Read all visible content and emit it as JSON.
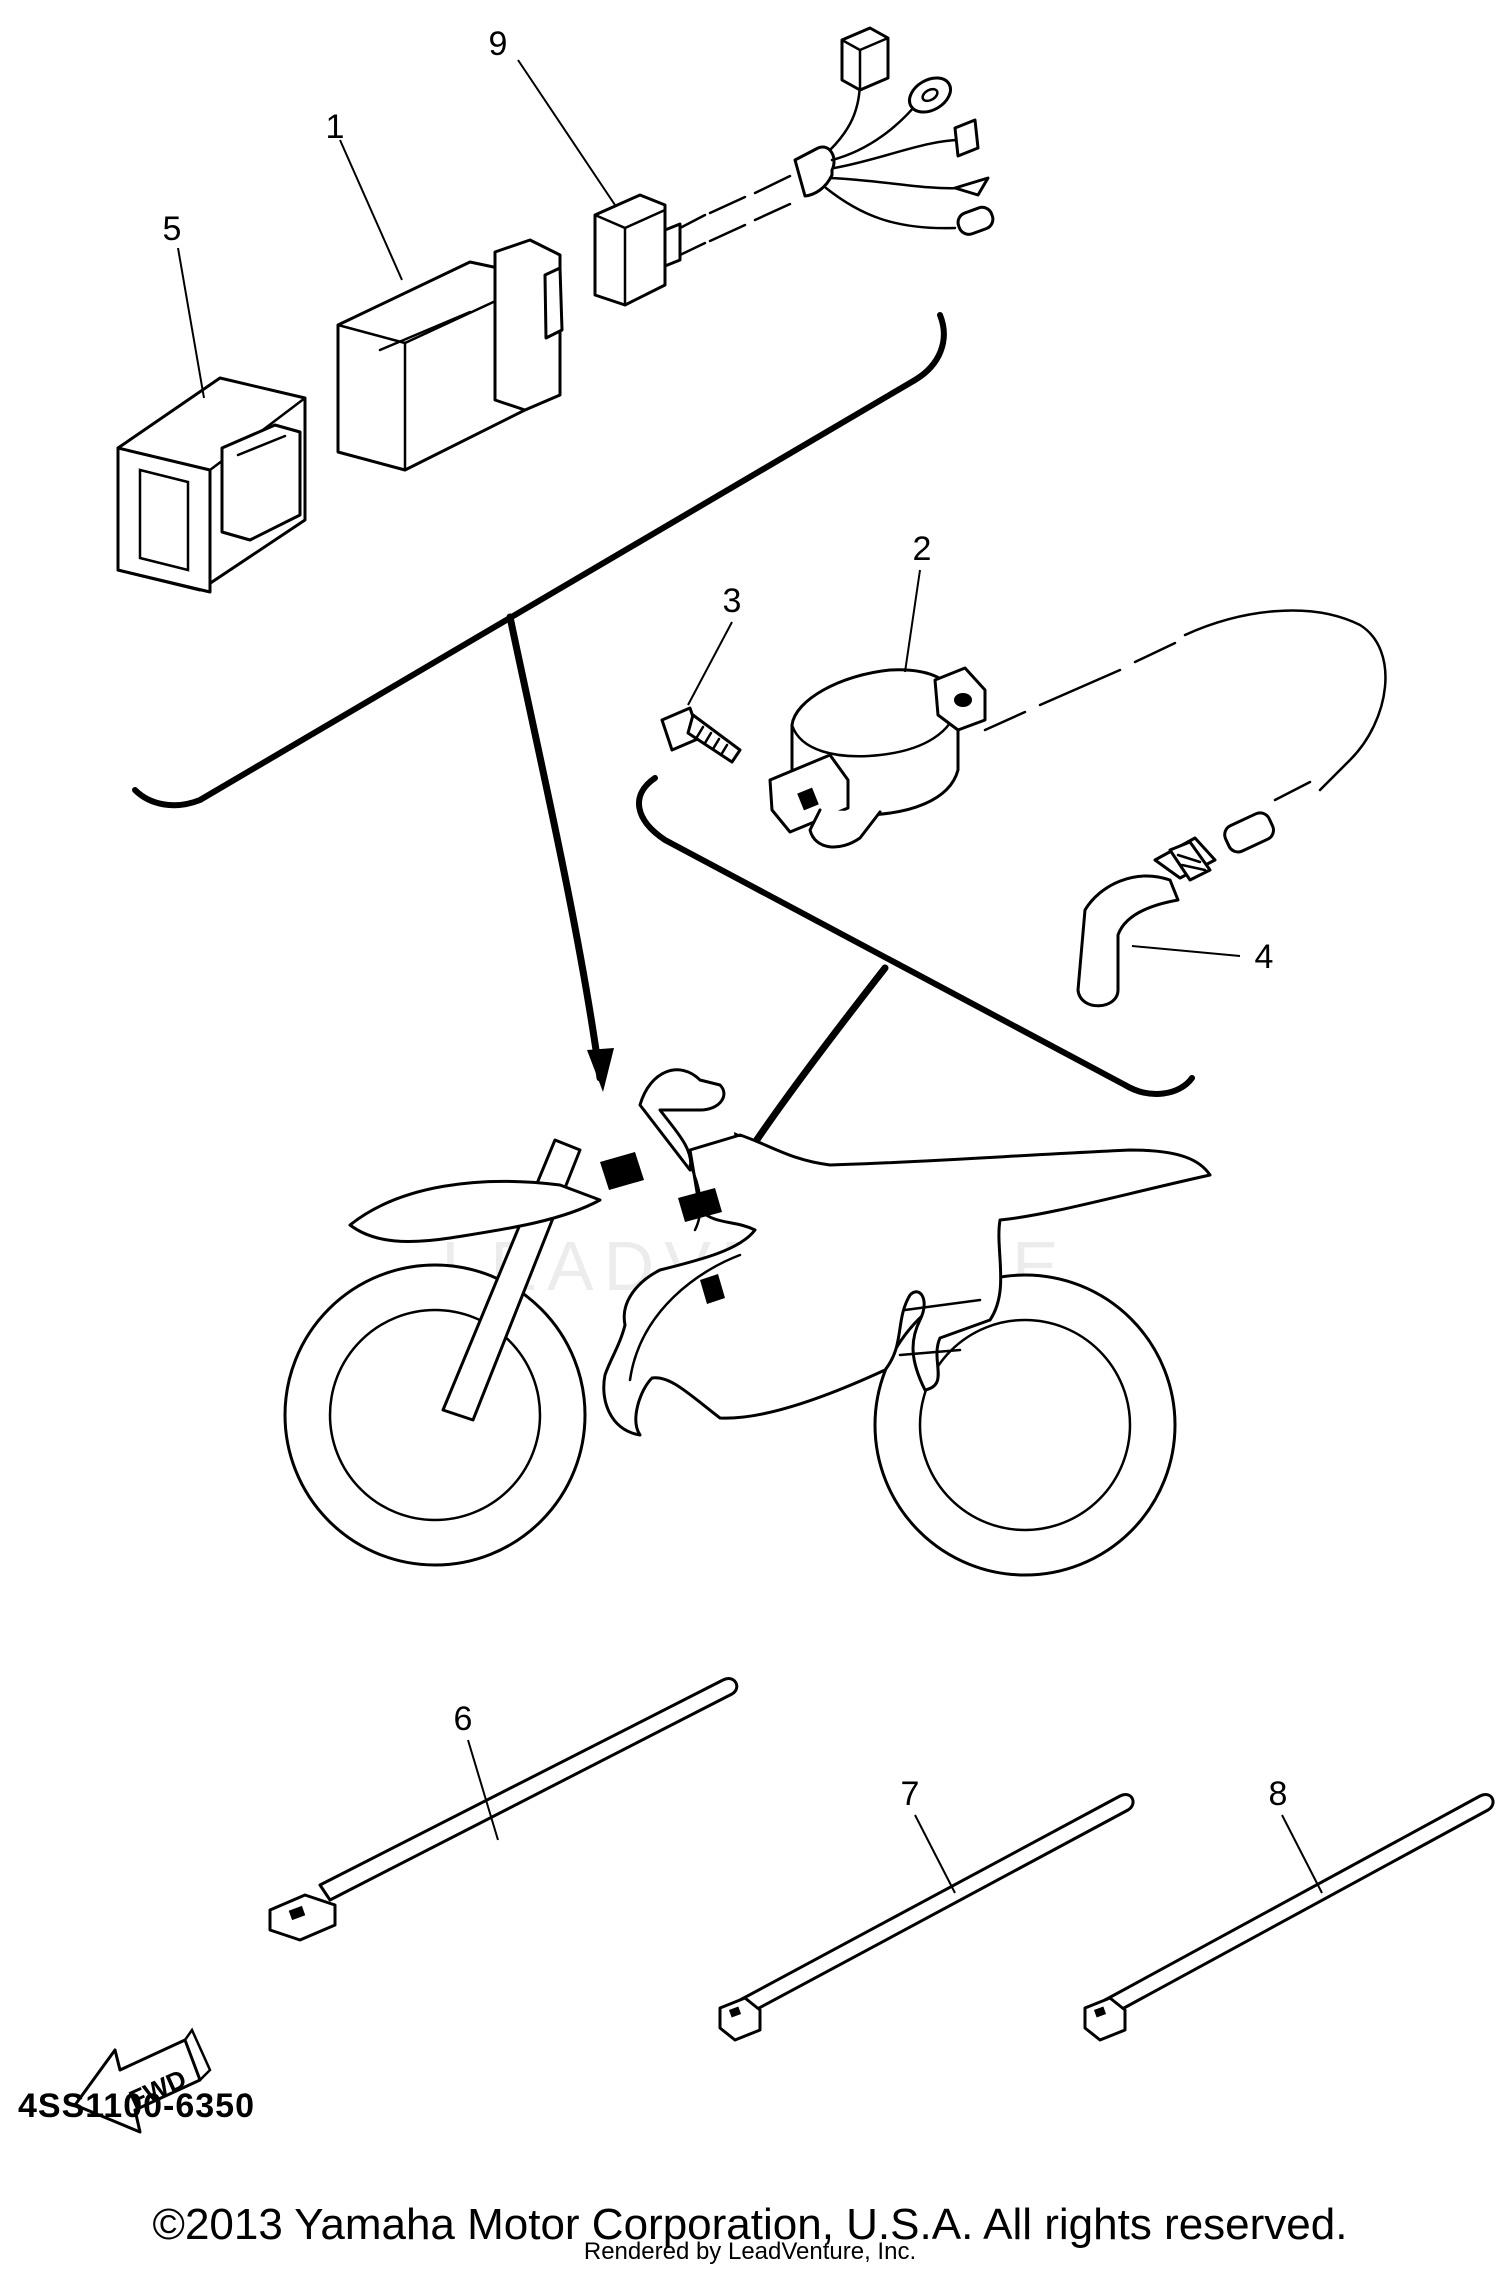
{
  "callouts": {
    "p1": "1",
    "p2": "2",
    "p3": "3",
    "p4": "4",
    "p5": "5",
    "p6": "6",
    "p7": "7",
    "p8": "8",
    "p9": "9"
  },
  "fwd_label": "FWD",
  "watermark": "LEADVENTURE",
  "diagram_code": "4SS1100-6350",
  "copyright": "©2013 Yamaha Motor Corporation, U.S.A. All rights reserved.",
  "rendered_by": "Rendered by LeadVenture, Inc."
}
